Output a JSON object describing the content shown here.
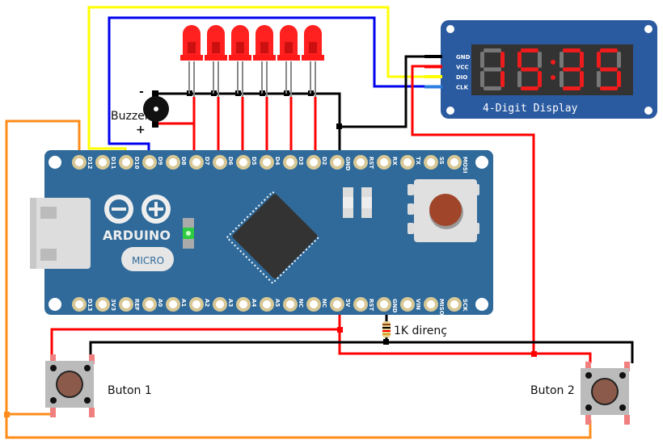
{
  "diagram": {
    "title": "Arduino Micro 4-Digit Display Circuit",
    "board": {
      "name": "ARDUINO",
      "model": "MICRO",
      "top_pins": [
        "D12",
        "D11",
        "D10",
        "D9",
        "D8",
        "D7",
        "D6",
        "D5",
        "D4",
        "D3",
        "D2",
        "GND",
        "RST",
        "RX",
        "TX",
        "SS",
        "MOSI"
      ],
      "bottom_pins": [
        "D13",
        "3V3",
        "REF",
        "A0",
        "A1",
        "A2",
        "A3",
        "A4",
        "A5",
        "NC",
        "NC",
        "5V",
        "RST",
        "GND",
        "VIN",
        "MISO",
        "SCK"
      ]
    },
    "display": {
      "label": "4-Digit Display",
      "pins": [
        "GND",
        "VCC",
        "DIO",
        "CLK"
      ],
      "digits": "15:35"
    },
    "buzzer": {
      "label": "Buzzer",
      "minus": "-",
      "plus": "+"
    },
    "resistor": {
      "label": "1K direnç"
    },
    "buttons": [
      {
        "label": "Buton 1"
      },
      {
        "label": "Buton 2"
      }
    ],
    "led_count": 6,
    "colors": {
      "board": "#2f6a9a",
      "display_board": "#2a5aa0",
      "wire_red": "#ff0000",
      "wire_black": "#000000",
      "wire_yellow": "#ffff00",
      "wire_blue": "#0000ee",
      "wire_orange": "#ff8c1a",
      "led": "#ff2020",
      "segment_on": "#ee1c1c",
      "segment_off": "#777777"
    }
  }
}
